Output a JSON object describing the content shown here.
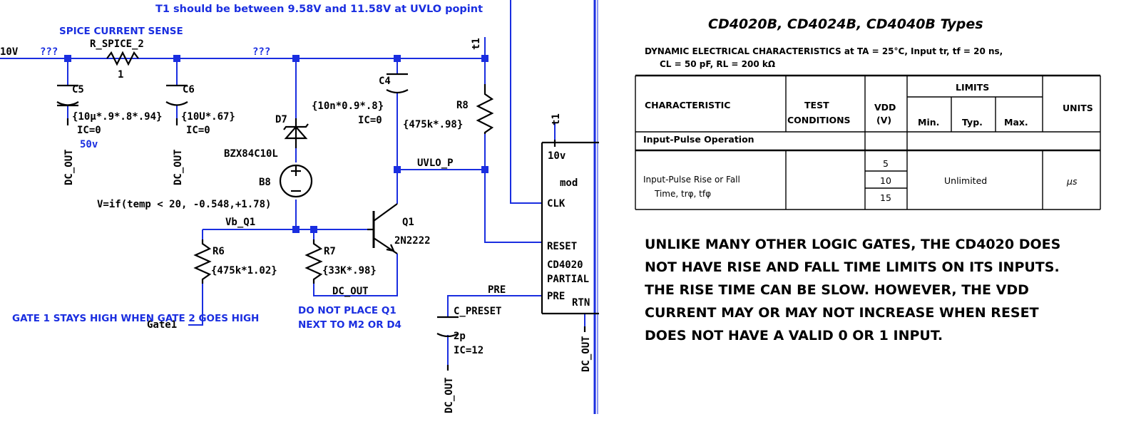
{
  "schematic": {
    "notes": {
      "t1_range": "T1 should be between 9.58V and 11.58V at UVLO popint",
      "spice_sense": "SPICE CURRENT SENSE",
      "gate1_note": "GATE 1 STAYS HIGH WHEN GATE 2 GOES HIGH",
      "q1_note_1": "DO NOT PLACE Q1",
      "q1_note_2": "NEXT TO M2 OR D4"
    },
    "nets": {
      "v10": "10V",
      "unknown_1": "???",
      "unknown_2": "???",
      "t1_a": "t1",
      "t1_b": "t1",
      "uvlo_p": "UVLO_P",
      "vb_q1": "Vb_Q1",
      "dc_out_1": "DC_OUT",
      "dc_out_2": "DC_OUT",
      "dc_out_3": "DC_OUT",
      "dc_out_4": "DC_OUT",
      "dc_out_5": "DC_OUT",
      "gate1": "Gate1",
      "pre": "PRE"
    },
    "components": {
      "r_spice_2": {
        "name": "R_SPICE_2",
        "value": "1"
      },
      "c5": {
        "name": "C5",
        "value": "{10μ*.9*.8*.94}",
        "ic": "IC=0",
        "rating": "50v"
      },
      "c6": {
        "name": "C6",
        "value": "{10U*.67}",
        "ic": "IC=0"
      },
      "d7": {
        "name": "D7",
        "part": "BZX84C10L"
      },
      "c4": {
        "name": "C4",
        "value": "{10n*0.9*.8}",
        "ic": "IC=0"
      },
      "r8": {
        "name": "R8",
        "value": "{475k*.98}"
      },
      "b8": {
        "name": "B8",
        "expr": "V=if(temp < 20, -0.548,+1.78)"
      },
      "q1": {
        "name": "Q1",
        "part": "2N2222"
      },
      "r6": {
        "name": "R6",
        "value": "{475k*1.02}"
      },
      "r7": {
        "name": "R7",
        "value": "{33K*.98}"
      },
      "c_preset": {
        "name": "C_PRESET",
        "value": "2p",
        "ic": "IC=12"
      }
    },
    "ic": {
      "pins": {
        "vdd": "10v",
        "mod": "mod",
        "clk": "CLK",
        "reset": "RESET",
        "pre": "PRE",
        "rtn": "RTN"
      },
      "name": "CD4020",
      "subtitle": "PARTIAL"
    }
  },
  "datasheet": {
    "title": "CD4020B, CD4024B, CD4040B Types",
    "conditions_line1": "DYNAMIC ELECTRICAL CHARACTERISTICS at TA = 25°C, Input tr, tf = 20 ns,",
    "conditions_line2": "CL = 50 pF, RL = 200 kΩ",
    "headers": {
      "characteristic": "CHARACTERISTIC",
      "test_1": "TEST",
      "test_2": "CONDITIONS",
      "vdd_1": "VDD",
      "vdd_2": "(V)",
      "limits": "LIMITS",
      "min": "Min.",
      "typ": "Typ.",
      "max": "Max.",
      "units": "UNITS"
    },
    "section": "Input-Pulse Operation",
    "row": {
      "label_1": "Input-Pulse Rise or Fall",
      "label_2": "Time, trφ, tfφ",
      "vdd_values": [
        "5",
        "10",
        "15"
      ],
      "limit": "Unlimited",
      "unit": "μs"
    }
  },
  "commentary": [
    "UNLIKE MANY OTHER LOGIC GATES, THE CD4020 DOES",
    "NOT HAVE RISE AND FALL TIME LIMITS ON ITS INPUTS.",
    "THE RISE TIME CAN BE SLOW. HOWEVER, THE VDD",
    "CURRENT MAY OR MAY NOT INCREASE WHEN RESET",
    "DOES NOT HAVE A VALID 0 OR 1 INPUT."
  ],
  "colors": {
    "wire": "#1a2ee0",
    "component": "#000000",
    "background": "#ffffff"
  }
}
